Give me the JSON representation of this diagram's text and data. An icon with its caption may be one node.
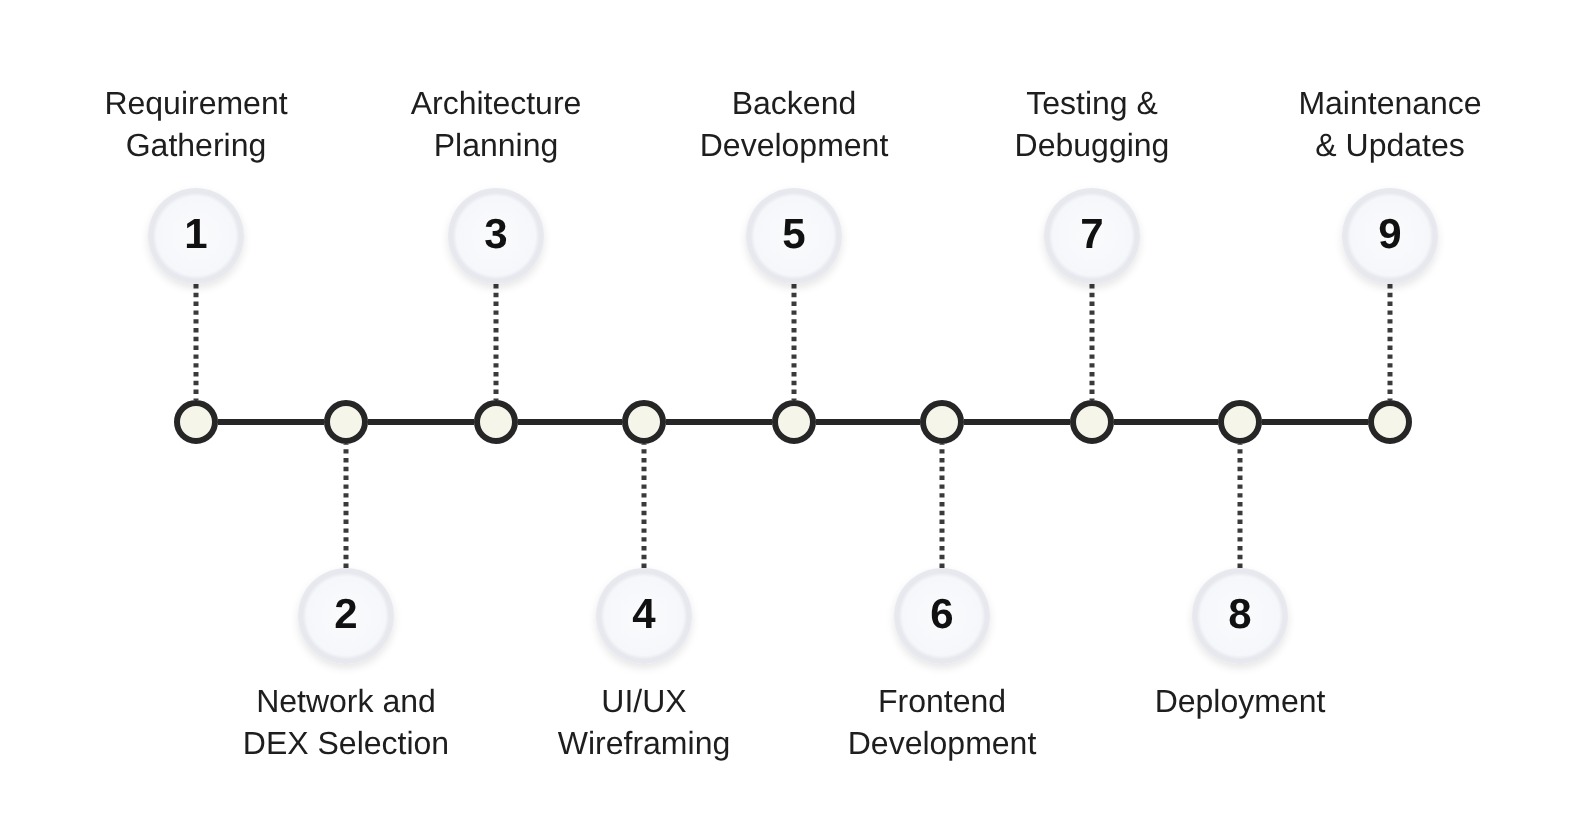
{
  "diagram": {
    "nodes": [
      {
        "text": [
          "1"
        ],
        "beside": [
          "Requirement Gathering"
        ]
      },
      {
        "text": [
          "2"
        ],
        "beside": [
          "Network and DEX Selection"
        ]
      },
      {
        "text": [
          "3"
        ],
        "beside": [
          "Architecture Planning"
        ]
      },
      {
        "text": [
          "4"
        ],
        "beside": [
          "UI/UX Wireframing"
        ]
      },
      {
        "text": [
          "5"
        ],
        "beside": [
          "Backend Development"
        ]
      },
      {
        "text": [
          "6"
        ],
        "beside": [
          "Frontend Development"
        ]
      },
      {
        "text": [
          "7"
        ],
        "beside": [
          "Testing & Debugging"
        ]
      },
      {
        "text": [
          "8"
        ],
        "beside": [
          "Deployment"
        ]
      },
      {
        "text": [
          "9"
        ],
        "beside": [
          "Maintenance & Updates"
        ]
      },
      {
        "text": [],
        "shape": "circle"
      },
      {
        "text": [],
        "shape": "circle"
      },
      {
        "text": [],
        "shape": "circle"
      },
      {
        "text": [],
        "shape": "circle"
      },
      {
        "text": [],
        "shape": "circle"
      },
      {
        "text": [],
        "shape": "circle"
      },
      {
        "text": [],
        "shape": "circle"
      },
      {
        "text": [],
        "shape": "circle"
      },
      {
        "text": [],
        "shape": "circle"
      }
    ],
    "edges": [
      {
        "from": 0,
        "to": 9,
        "arrow": "none",
        "style": "dashed"
      },
      {
        "from": 1,
        "to": 10,
        "arrow": "none",
        "style": "dashed"
      },
      {
        "from": 2,
        "to": 11,
        "arrow": "none",
        "style": "dashed"
      },
      {
        "from": 3,
        "to": 12,
        "arrow": "none",
        "style": "dashed"
      },
      {
        "from": 4,
        "to": 13,
        "arrow": "none",
        "style": "dashed"
      },
      {
        "from": 5,
        "to": 14,
        "arrow": "none",
        "style": "dashed"
      },
      {
        "from": 6,
        "to": 15,
        "arrow": "none",
        "style": "dashed"
      },
      {
        "from": 7,
        "to": 16,
        "arrow": "none",
        "style": "dashed"
      },
      {
        "from": 8,
        "to": 17,
        "arrow": "none",
        "style": "dashed"
      },
      {
        "from": 9,
        "to": 10,
        "arrow": "none"
      },
      {
        "from": 10,
        "to": 11,
        "arrow": "none"
      },
      {
        "from": 11,
        "to": 12,
        "arrow": "none"
      },
      {
        "from": 12,
        "to": 13,
        "arrow": "none"
      },
      {
        "from": 13,
        "to": 14,
        "arrow": "none"
      },
      {
        "from": 14,
        "to": 15,
        "arrow": "none"
      },
      {
        "from": 15,
        "to": 16,
        "arrow": "none"
      },
      {
        "from": 16,
        "to": 17,
        "arrow": "none"
      }
    ]
  }
}
